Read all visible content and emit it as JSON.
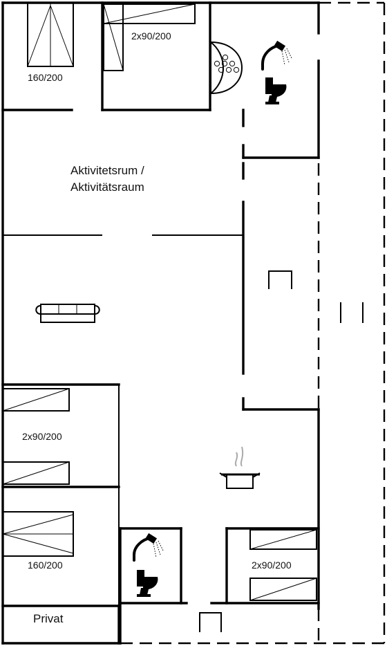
{
  "plan": {
    "labels": {
      "bed_160_top": "160/200",
      "bed_2x90_top": "2x90/200",
      "activity_room_line1": "Aktivitetsrum /",
      "activity_room_line2": "Aktivitätsraum",
      "bed_2x90_left": "2x90/200",
      "bed_160_bottom": "160/200",
      "bed_2x90_bottom_right": "2x90/200",
      "private": "Privat"
    }
  }
}
